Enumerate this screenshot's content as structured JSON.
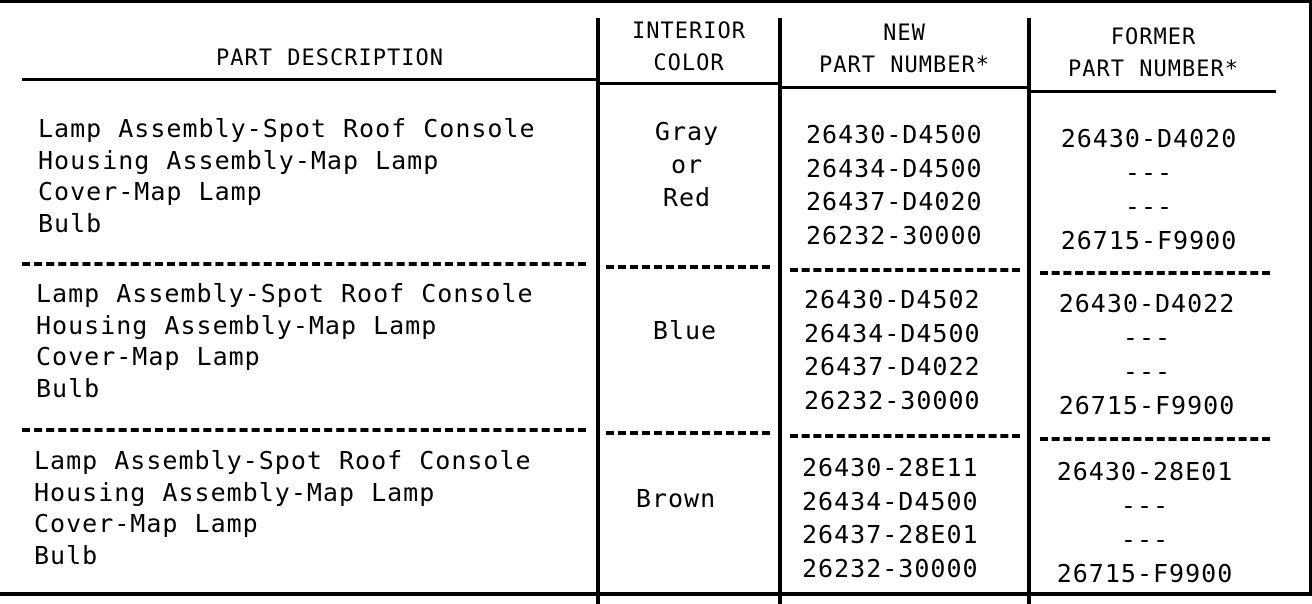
{
  "headers": {
    "part_description": "PART DESCRIPTION",
    "interior_color": [
      "INTERIOR",
      "COLOR"
    ],
    "new_part_number": [
      "NEW",
      "PART NUMBER*"
    ],
    "former_part_number": [
      "FORMER",
      "PART NUMBER*"
    ]
  },
  "rows": [
    {
      "descriptions": [
        "Lamp Assembly-Spot Roof Console",
        "Housing Assembly-Map Lamp",
        "Cover-Map Lamp",
        "Bulb"
      ],
      "color": [
        "Gray",
        "or",
        "Red"
      ],
      "new_parts": [
        "26430-D4500",
        "26434-D4500",
        "26437-D4020",
        "26232-30000"
      ],
      "former_parts": [
        "26430-D4020",
        "---",
        "---",
        "26715-F9900"
      ]
    },
    {
      "descriptions": [
        "Lamp Assembly-Spot Roof Console",
        "Housing Assembly-Map Lamp",
        "Cover-Map Lamp",
        "Bulb"
      ],
      "color": [
        "Blue"
      ],
      "new_parts": [
        "26430-D4502",
        "26434-D4500",
        "26437-D4022",
        "26232-30000"
      ],
      "former_parts": [
        "26430-D4022",
        "---",
        "---",
        "26715-F9900"
      ]
    },
    {
      "descriptions": [
        "Lamp Assembly-Spot Roof Console",
        "Housing Assembly-Map Lamp",
        "Cover-Map Lamp",
        "Bulb"
      ],
      "color": [
        "Brown"
      ],
      "new_parts": [
        "26430-28E11",
        "26434-D4500",
        "26437-28E01",
        "26232-30000"
      ],
      "former_parts": [
        "26430-28E01",
        "---",
        "---",
        "26715-F9900"
      ]
    }
  ]
}
